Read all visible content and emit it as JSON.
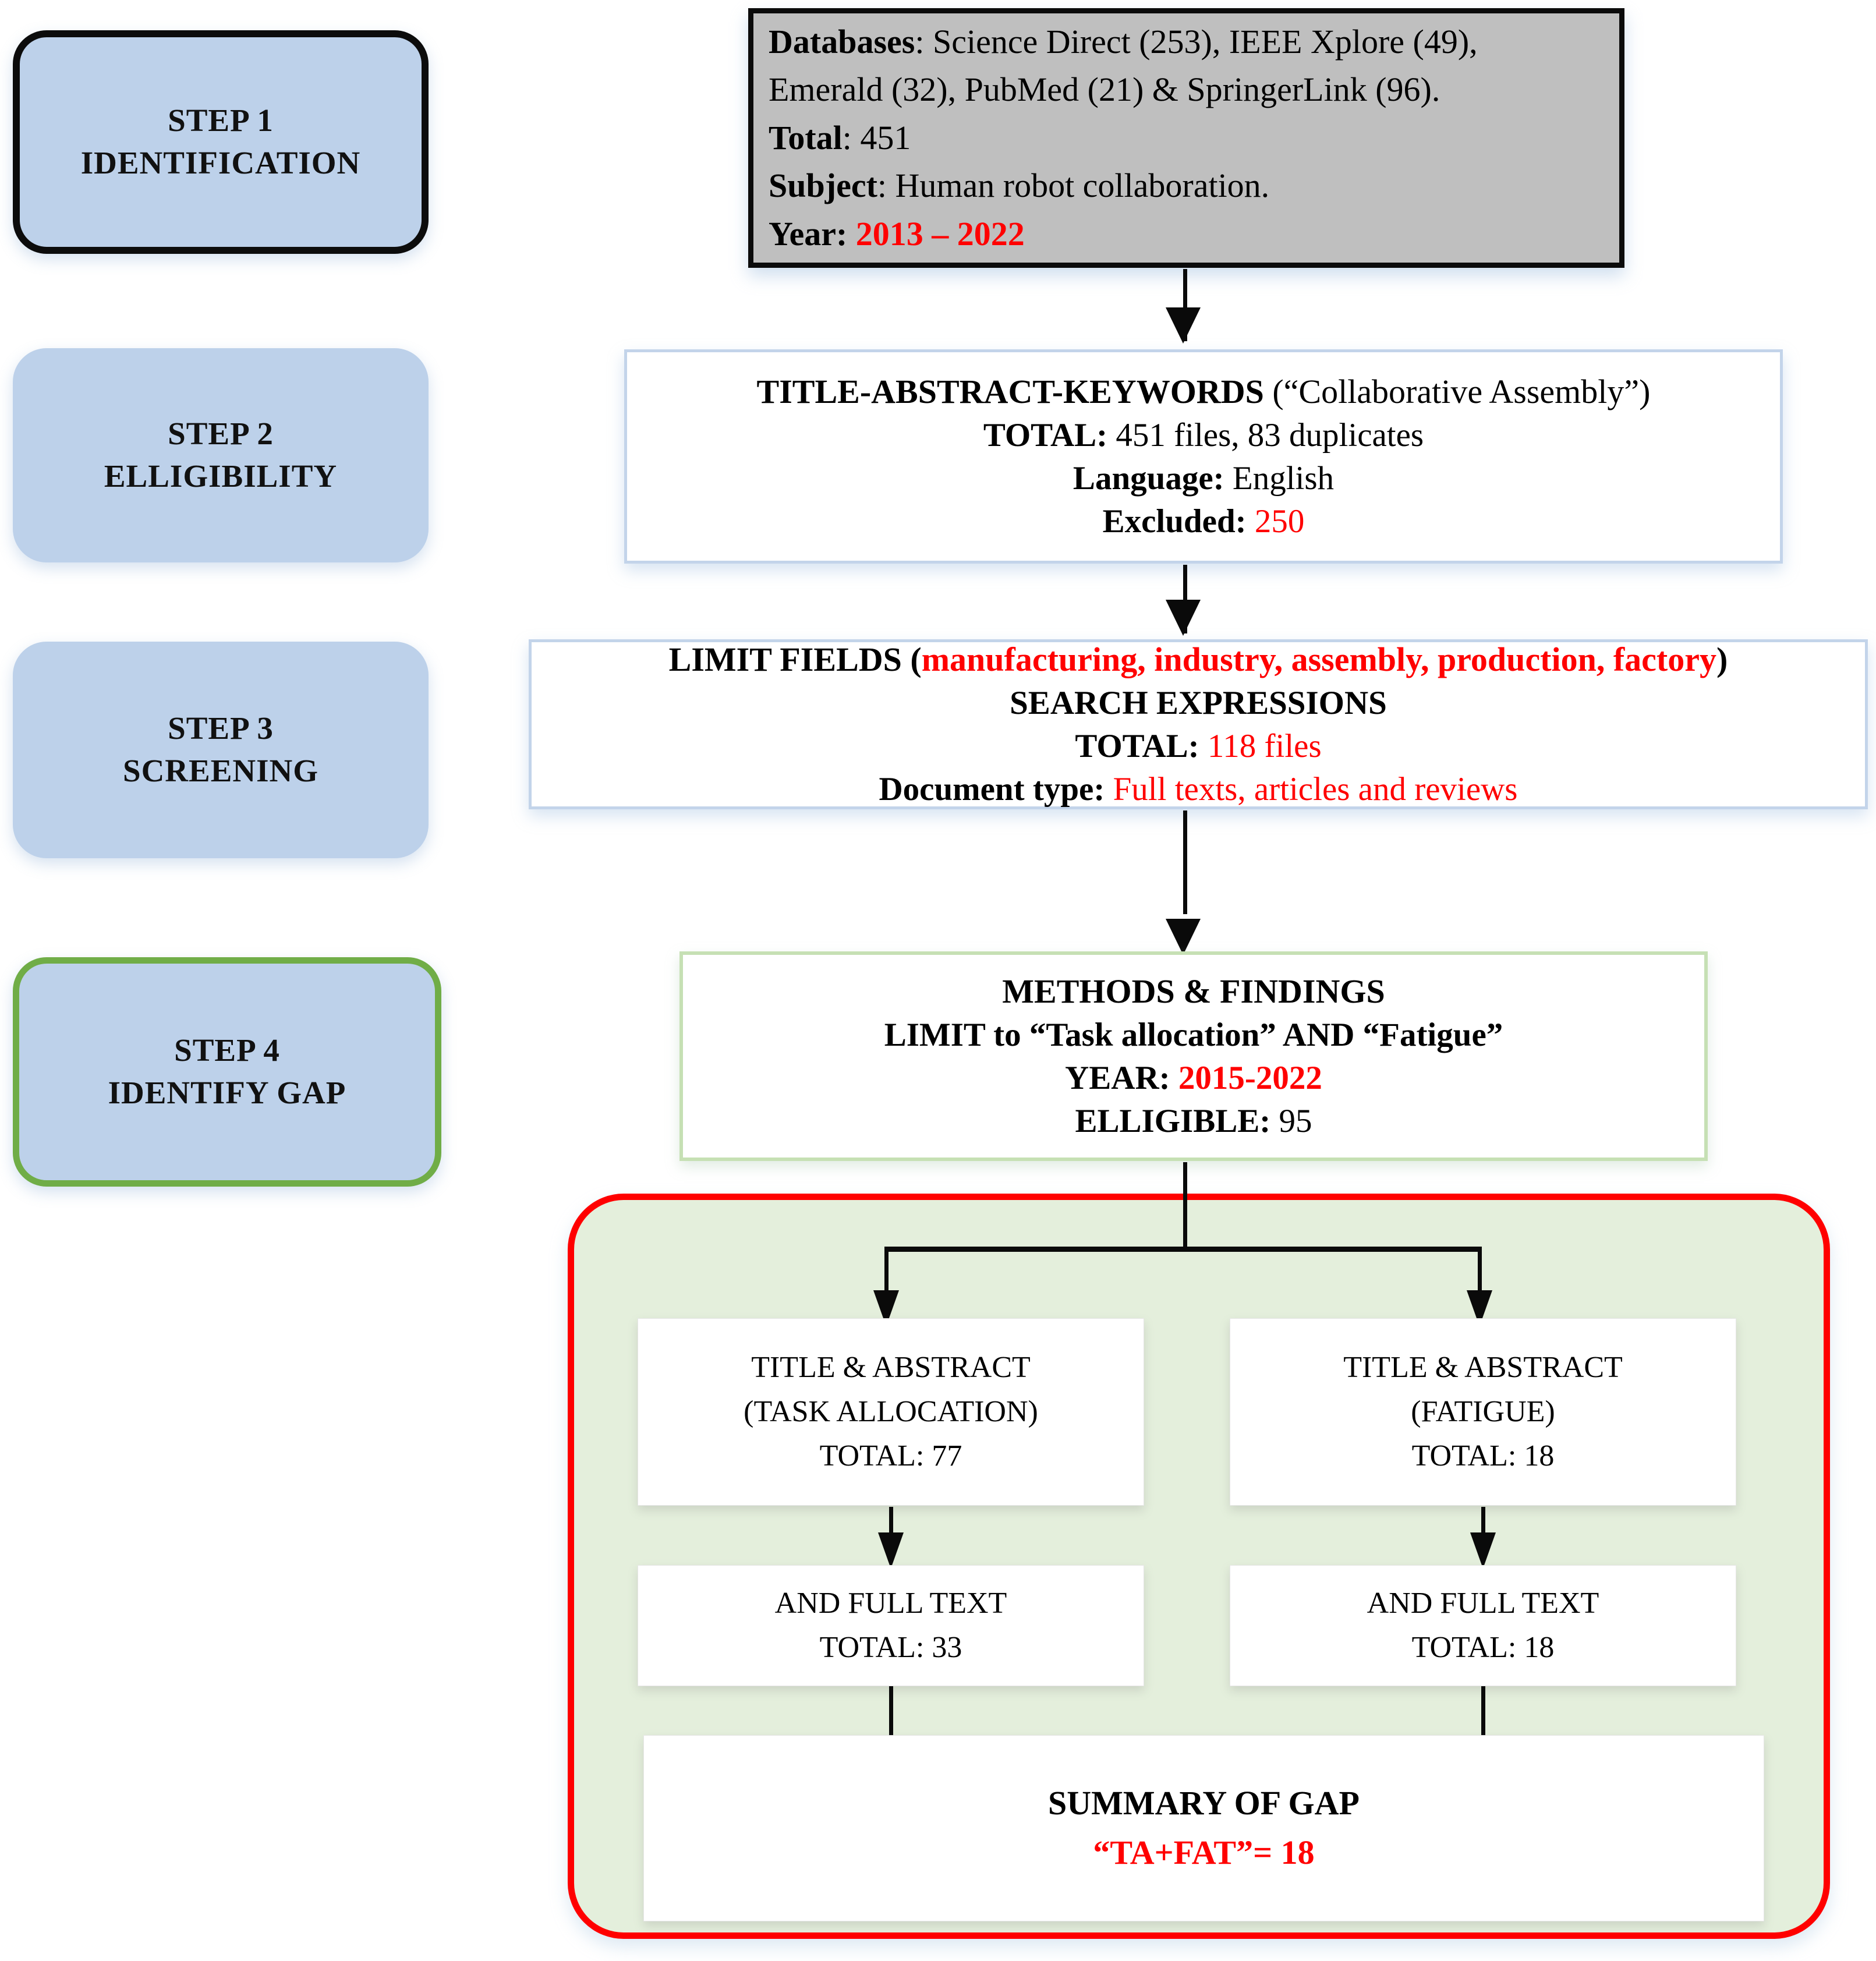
{
  "steps": [
    {
      "id": "step-1",
      "line1": "STEP 1",
      "line2": "IDENTIFICATION",
      "border": "#0c0c0c",
      "fill": "#bdd1ea"
    },
    {
      "id": "step-2",
      "line1": "STEP 2",
      "line2": "ELLIGIBILITY",
      "border": "none",
      "fill": "#bdd1ea"
    },
    {
      "id": "step-3",
      "line1": "STEP 3",
      "line2": "SCREENING",
      "border": "none",
      "fill": "#bdd1ea"
    },
    {
      "id": "step-4",
      "line1": "STEP 4",
      "line2": "IDENTIFY GAP",
      "border": "#70ad47",
      "fill": "#bdd1ea"
    }
  ],
  "identification": {
    "databases_label": "Databases",
    "databases_line1": ": Science Direct (253), IEEE Xplore (49),",
    "databases_line2": "Emerald (32), PubMed (21) & SpringerLink (96).",
    "total_label": "Total",
    "total_value": ": 451",
    "subject_label": "Subject",
    "subject_value": ": Human robot collaboration.",
    "year_label": "Year",
    "year_sep": ": ",
    "year_value": "2013 – 2022"
  },
  "elligibility": {
    "title_bold": "TITLE-ABSTRACT-KEYWORDS",
    "title_rest": " (“Collaborative Assembly”)",
    "total_label": "TOTAL:",
    "total_value": " 451 files, 83 duplicates",
    "language_label": "Language:",
    "language_value": " English",
    "excluded_label": "Excluded:",
    "excluded_value": "250"
  },
  "screening": {
    "limit_label": "LIMIT FIELDS (",
    "limit_terms": "manufacturing, industry, assembly, production, factory",
    "limit_close": ")",
    "search_expressions": "SEARCH EXPRESSIONS",
    "total_label": "TOTAL:",
    "total_value": "118 files",
    "doctype_label": "Document type:",
    "doctype_value": "Full texts, articles and reviews"
  },
  "methods": {
    "title": "METHODS & FINDINGS",
    "limit_line": "LIMIT to “Task allocation” AND  “Fatigue”",
    "year_label": "YEAR:",
    "year_value": "2015-2022",
    "elligible_label": "ELLIGIBLE:",
    "elligible_value": " 95"
  },
  "gap_branches": {
    "left": {
      "title_line1": "TITLE & ABSTRACT",
      "title_line2": "(TASK ALLOCATION)",
      "total": "TOTAL: 77",
      "fulltext_line1": "AND FULL TEXT",
      "fulltext_total": "TOTAL: 33"
    },
    "right": {
      "title_line1": "TITLE & ABSTRACT",
      "title_line2": "(FATIGUE)",
      "total": "TOTAL: 18",
      "fulltext_line1": "AND FULL TEXT",
      "fulltext_total": "TOTAL: 18"
    }
  },
  "summary": {
    "title": "SUMMARY OF GAP",
    "value": "“TA+FAT”= 18"
  },
  "colors": {
    "highlight_red": "#ff0000",
    "step_fill": "#bdd1ea",
    "identification_fill": "#bfbfbf",
    "container_fill": "#e4efdc",
    "container_border": "#ff0000",
    "green_border": "#70ad47",
    "blue_border": "#c3d4ea"
  }
}
